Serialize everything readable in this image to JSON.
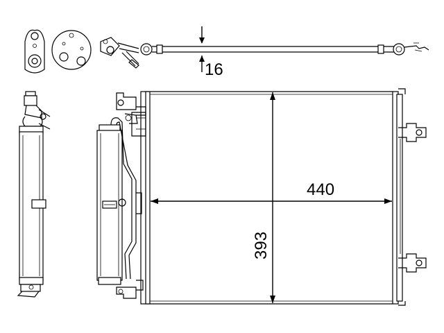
{
  "dimensions": {
    "thickness": "16",
    "width": "440",
    "height": "393"
  }
}
